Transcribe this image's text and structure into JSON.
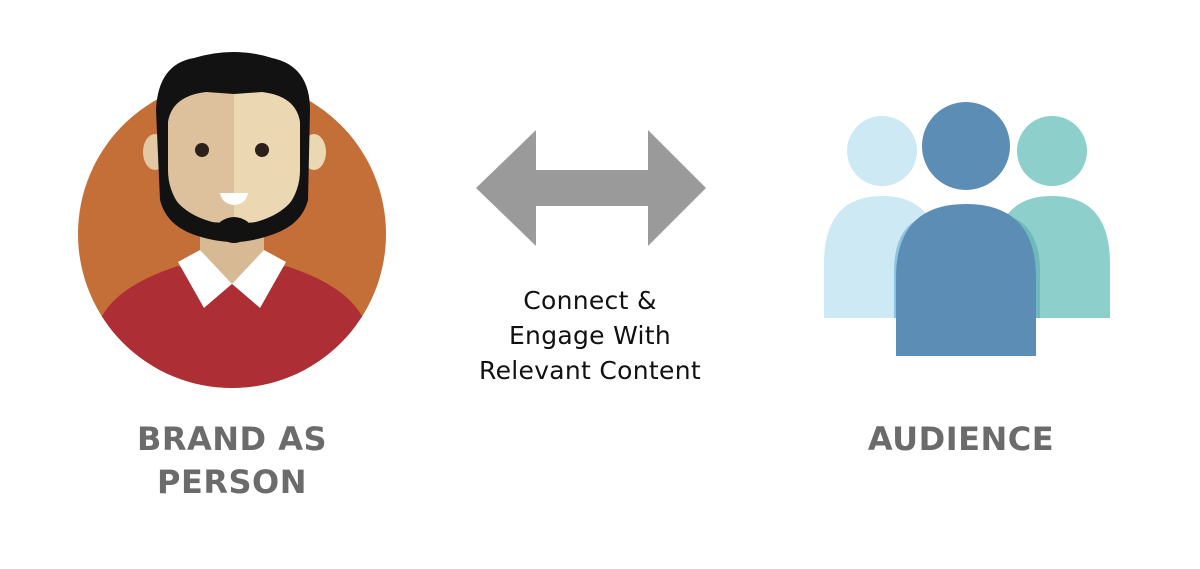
{
  "brand": {
    "label_lines": [
      "BRAND AS",
      "PERSON"
    ],
    "icon": "brand-person-avatar"
  },
  "connection": {
    "caption_lines": [
      "Connect &",
      "Engage With",
      "Relevant Content"
    ],
    "icon": "double-headed-arrow"
  },
  "audience": {
    "label": "AUDIENCE",
    "icon": "audience-group"
  },
  "colors": {
    "circle": "#c46f37",
    "sweater": "#ad2f35",
    "skin_light": "#ecd7b3",
    "skin_shade": "#dcc19c",
    "hair": "#121212",
    "arrow": "#9a9a9a",
    "person_left": "#cce9f4",
    "person_center": "#5b8db5",
    "person_right": "#8dcfca",
    "label_text": "#6b6b6b",
    "caption_text": "#111111"
  }
}
